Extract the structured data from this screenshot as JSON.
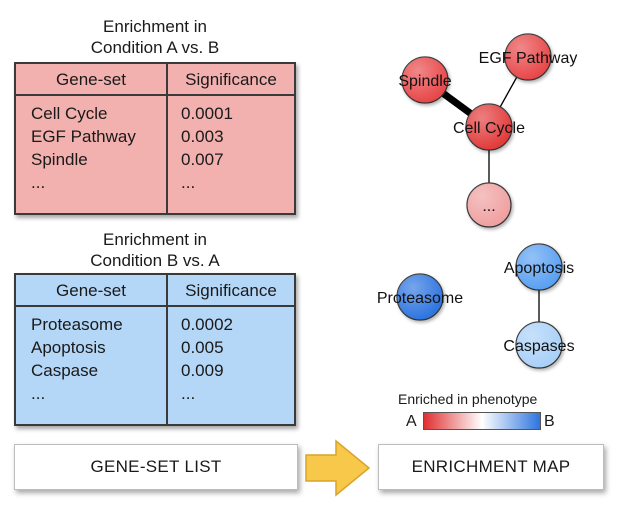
{
  "tables": [
    {
      "caption_line1": "Enrichment in",
      "caption_line2": "Condition A vs. B",
      "col1": "Gene-set",
      "col2": "Significance",
      "rows": [
        {
          "name": "Cell Cycle",
          "value": "0.0001"
        },
        {
          "name": "EGF Pathway",
          "value": "0.003"
        },
        {
          "name": "Spindle",
          "value": "0.007"
        },
        {
          "name": "...",
          "value": "..."
        }
      ],
      "color": "#f2b0ae"
    },
    {
      "caption_line1": "Enrichment in",
      "caption_line2": "Condition B vs. A",
      "col1": "Gene-set",
      "col2": "Significance",
      "rows": [
        {
          "name": "Proteasome",
          "value": "0.0002"
        },
        {
          "name": "Apoptosis",
          "value": "0.005"
        },
        {
          "name": "Caspase",
          "value": "0.009"
        },
        {
          "name": "...",
          "value": "..."
        }
      ],
      "color": "#b4d6f7"
    }
  ],
  "network": {
    "nodes": [
      {
        "id": "spindle",
        "label": "Spindle",
        "fill": "#e8464a"
      },
      {
        "id": "egf",
        "label": "EGF Pathway",
        "fill": "#e8464a"
      },
      {
        "id": "cellcycle",
        "label": "Cell Cycle",
        "fill": "#e23a3a"
      },
      {
        "id": "more",
        "label": "...",
        "fill": "#f0a0a0"
      },
      {
        "id": "proteasome",
        "label": "Proteasome",
        "fill": "#2f74e0"
      },
      {
        "id": "apoptosis",
        "label": "Apoptosis",
        "fill": "#5aa0f2"
      },
      {
        "id": "caspases",
        "label": "Caspases",
        "fill": "#a9d0f8"
      }
    ],
    "edges": [
      {
        "from": "spindle",
        "to": "cellcycle",
        "weight": "thick"
      },
      {
        "from": "egf",
        "to": "cellcycle",
        "weight": "thin"
      },
      {
        "from": "cellcycle",
        "to": "more",
        "weight": "thin"
      },
      {
        "from": "apoptosis",
        "to": "caspases",
        "weight": "thin"
      }
    ]
  },
  "legend": {
    "title": "Enriched in phenotype",
    "left_label": "A",
    "right_label": "B",
    "gradient": [
      "#e03030",
      "#ffffff",
      "#2f74e0"
    ]
  },
  "footer": {
    "left_label": "GENE-SET LIST",
    "right_label": "ENRICHMENT MAP",
    "arrow_color": "#f7c84a"
  }
}
